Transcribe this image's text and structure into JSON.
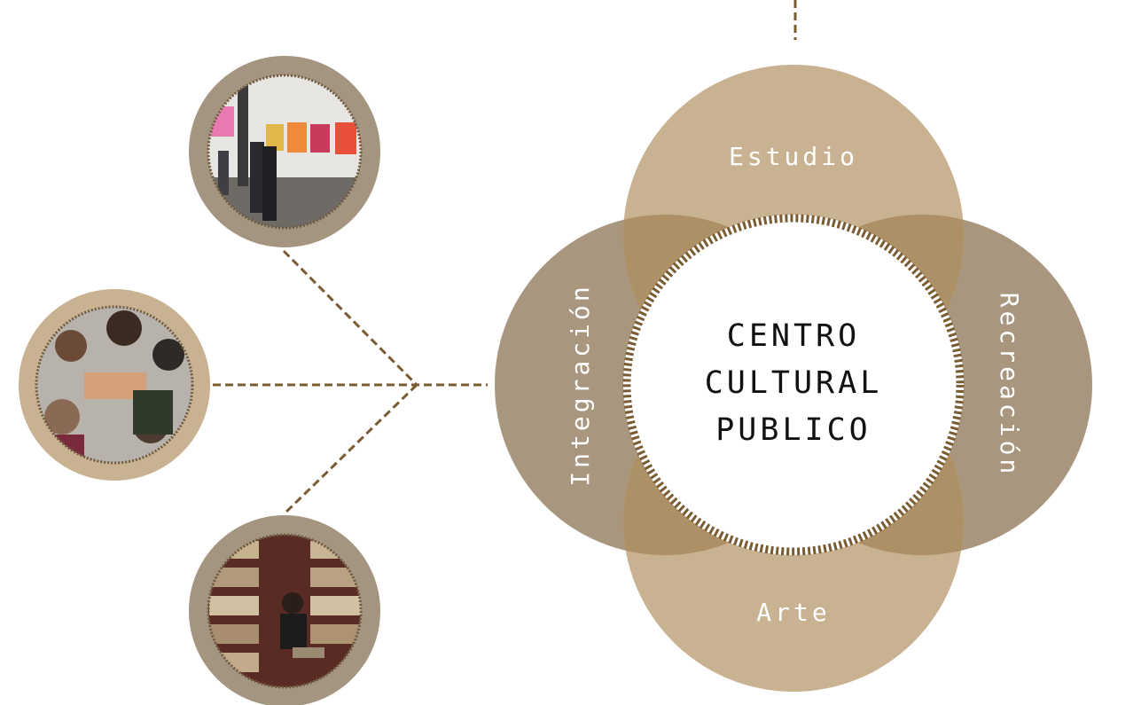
{
  "center": {
    "lines": [
      "CENTRO",
      "CULTURAL",
      "PUBLICO"
    ]
  },
  "petals": {
    "top": "Estudio",
    "bottom": "Arte",
    "left": "Integración",
    "right": "Recreación"
  },
  "photos": [
    {
      "name": "exhibition-photo",
      "subject": "visitors viewing colorful paintings in a gallery"
    },
    {
      "name": "group-hands-photo",
      "subject": "group of people joining hands in a circle"
    },
    {
      "name": "library-photo",
      "subject": "person reading among library bookshelves"
    }
  ],
  "colors": {
    "petal_light": "#c9b291",
    "petal_dark": "#a8977e",
    "overlap": "#ad9066",
    "dashed_line": "#7a5c33",
    "photo_ring_dark": "#a39580",
    "photo_ring_light": "#c9b291"
  }
}
